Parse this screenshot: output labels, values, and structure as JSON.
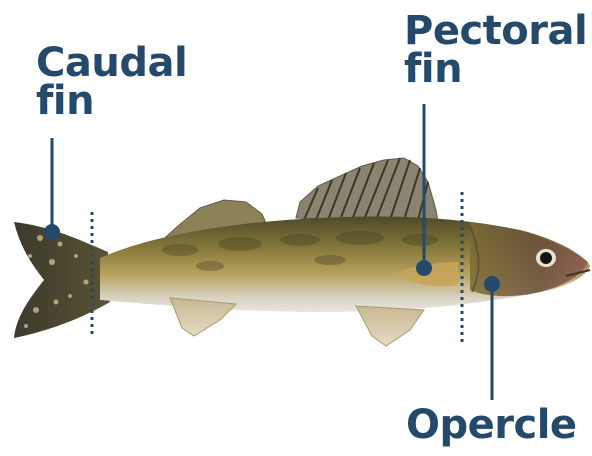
{
  "accent_color": "#24496b",
  "labels": {
    "caudal_fin": "Caudal\nfin",
    "pectoral_fin": "Pectoral\nfin",
    "opercle": "Opercle"
  },
  "fish_icon": "walleye-fish-photo"
}
